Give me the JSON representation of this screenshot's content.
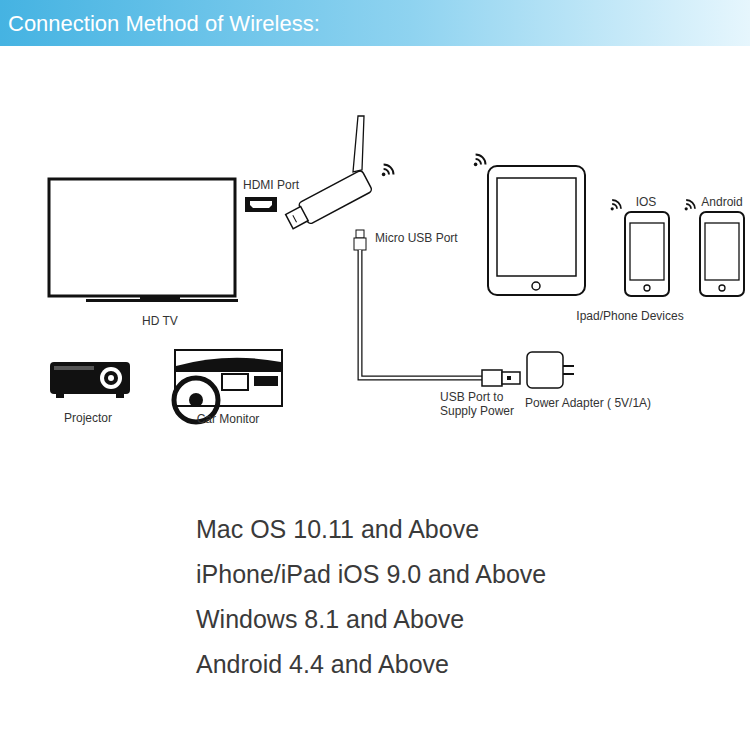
{
  "diagram": {
    "title": "Connection Method of Wireless:",
    "labels": [
      "HDMI Port",
      "Micro USB Port",
      "IOS",
      "Android",
      "HD TV",
      "Ipad/Phone Devices",
      "Projector",
      "Car Monitor",
      "USB Port to Supply Power",
      "Power Adapter ( 5V/1A)",
      "Mac OS 10.11 and Above",
      "iPhone/iPad iOS 9.0 and Above",
      "Windows 8.1 and Above",
      "Android 4.4 and Above"
    ]
  }
}
